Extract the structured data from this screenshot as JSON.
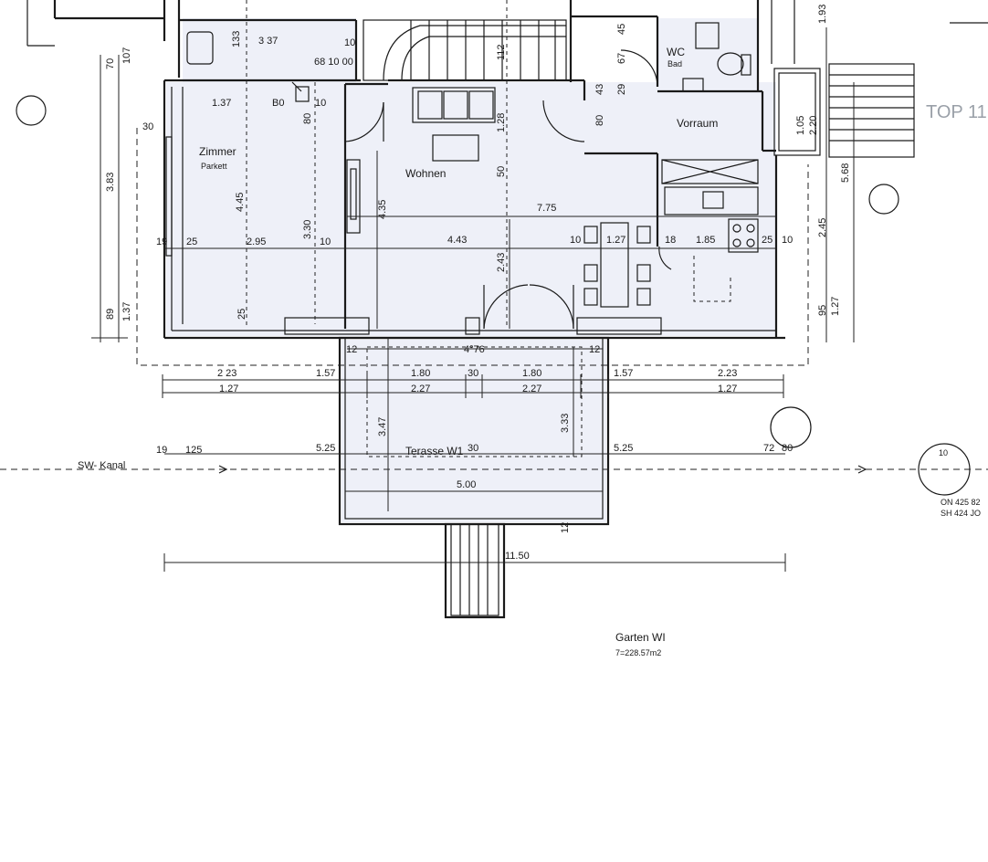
{
  "rooms": {
    "zimmer": "Zimmer",
    "parkett": "Parkett",
    "wohnen": "Wohnen",
    "vorraum": "Vorraum",
    "wc": "WC",
    "bad": "Bad",
    "terasse": "Terasse W1",
    "garten": "Garten WI",
    "garten_area": "7=228.57m2"
  },
  "labels": {
    "sw_kanal": "SW- Kanal",
    "top": "TOP 11",
    "on": "ON 425 82",
    "sh": "SH 424 JO",
    "circle_10": "10",
    "b0": "B0"
  },
  "dims": {
    "d_3_37": "3 37",
    "d_133": "133",
    "d_10a": "10",
    "d_68": "68 10 00",
    "d_112": "112",
    "d_45": "45",
    "d_67": "67",
    "d_70": "70",
    "d_107": "107",
    "d_1_37": "1.37",
    "d_80": "80",
    "d_10b": "10",
    "d_128": "1.28",
    "d_43": "43",
    "d_29": "29",
    "d_80b": "80",
    "d_30": "30",
    "d_3_83": "3.83",
    "d_4_45": "4.45",
    "d_3_30": "3.30",
    "d_4_35": "4.35",
    "d_50": "50",
    "d_7_75": "7.75",
    "d_19": "19",
    "d_25": "25",
    "d_2_95": "2.95",
    "d_10c": "10",
    "d_4_43": "4.43",
    "d_10d": "10",
    "d_1_27": "1.27",
    "d_18": "18",
    "d_1_85": "1.85",
    "d_25b": "25",
    "d_10e": "10",
    "d_2_43": "2.43",
    "d_5_68": "5.68",
    "d_2_45": "2.45",
    "d_1_93": "1.93",
    "d_1_05": "1.05",
    "d_2_20": "2.20",
    "d_95": "95",
    "d_1_27b": "1.27",
    "d_89": "89",
    "d_1_37b": "1.37",
    "d_12a": "12",
    "d_4_76": "4°76",
    "d_12b": "12",
    "d_2_23a": "2 23",
    "d_1_57a": "1.57",
    "d_1_80a": "1.80",
    "d_30b": "30",
    "d_1_80b": "1.80",
    "d_1_57b": "1.57",
    "d_2_23b": "2.23",
    "d_1_27c": "1.27",
    "d_2_27a": "2.27",
    "d_2_27b": "2.27",
    "d_1_27d": "1.27",
    "d_3_47": "3.47",
    "d_3_33": "3.33",
    "d_19b": "19",
    "d_125": "125",
    "d_5_25a": "5.25",
    "d_30c": "30",
    "d_5_25b": "5.25",
    "d_72": "72",
    "d_80c": "80",
    "d_5_00": "5.00",
    "d_12c": "12",
    "d_11_50": "11.50",
    "d_25c": "25"
  }
}
